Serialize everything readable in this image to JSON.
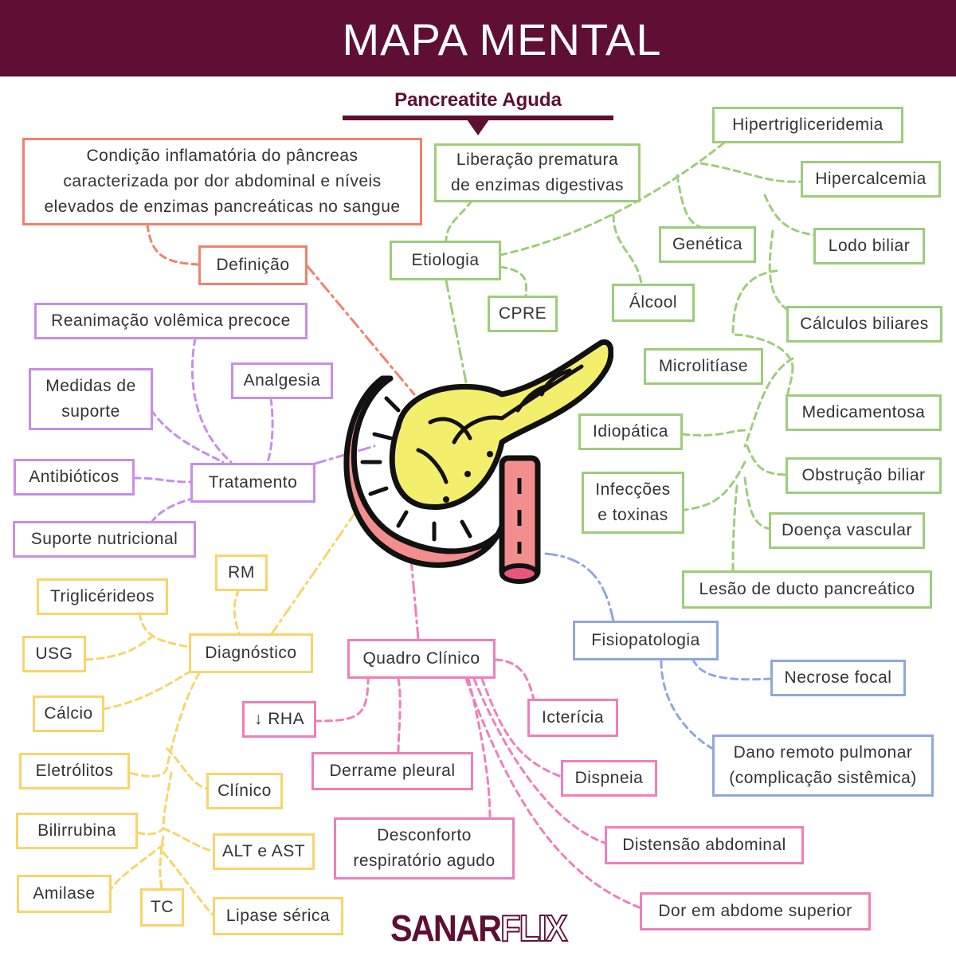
{
  "header": {
    "title": "MAPA MENTAL"
  },
  "subtitle": "Pancreatite Aguda",
  "colors": {
    "header_bg": "#5e0f33",
    "definicao": "#f0826c",
    "etiologia": "#9dcd7a",
    "tratamento": "#c78ee8",
    "diagnostico": "#f7d56a",
    "quadro_clinico": "#ee7fbb",
    "fisiopatologia": "#8ea8dc"
  },
  "center_icon": "pancreas-icon",
  "nodes": {
    "definicao_texto": "Condição inflamatória do pâncreas\ncaracterizada por dor abdominal e níveis\nelevados de enzimas pancreáticas no sangue",
    "definicao": "Definição",
    "etiologia": "Etiologia",
    "liberacao": "Liberação prematura\nde enzimas digestivas",
    "cpre": "CPRE",
    "alcool": "Álcool",
    "genetica": "Genética",
    "hipertrigliceridemia": "Hipertrigliceridemia",
    "hipercalcemia": "Hipercalcemia",
    "lodo_biliar": "Lodo biliar",
    "calculos_biliares": "Cálculos biliares",
    "microlitiase": "Microlitíase",
    "medicamentosa": "Medicamentosa",
    "idiopatica": "Idiopática",
    "obstrucao_biliar": "Obstrução biliar",
    "infeccoes": "Infecções\ne toxinas",
    "doenca_vascular": "Doença vascular",
    "lesao_ducto": "Lesão de ducto pancreático",
    "reanimacao": "Reanimação volêmica precoce",
    "medidas_suporte": "Medidas de\nsuporte",
    "analgesia": "Analgesia",
    "tratamento": "Tratamento",
    "antibioticos": "Antibióticos",
    "suporte_nutricional": "Suporte nutricional",
    "rm": "RM",
    "triglicerideos": "Triglicérideos",
    "usg": "USG",
    "diagnostico": "Diagnóstico",
    "calcio": "Cálcio",
    "eletrolitos": "Eletrólitos",
    "clinico": "Clínico",
    "bilirrubina": "Bilirrubina",
    "alt_ast": "ALT e AST",
    "amilase": "Amilase",
    "tc": "TC",
    "lipase": "Lipase sérica",
    "quadro_clinico": "Quadro Clínico",
    "rha": "↓ RHA",
    "derrame_pleural": "Derrame pleural",
    "desconforto": "Desconforto\nrespiratório agudo",
    "ictericia": "Icterícia",
    "dispneia": "Dispneia",
    "distensao": "Distensão abdominal",
    "dor_abdome": "Dor em abdome superior",
    "fisiopatologia": "Fisiopatologia",
    "necrose_focal": "Necrose focal",
    "dano_remoto": "Dano remoto pulmonar\n(complicação sistêmica)"
  },
  "brand": {
    "part1": "SANAR",
    "part2": "FLIX"
  }
}
